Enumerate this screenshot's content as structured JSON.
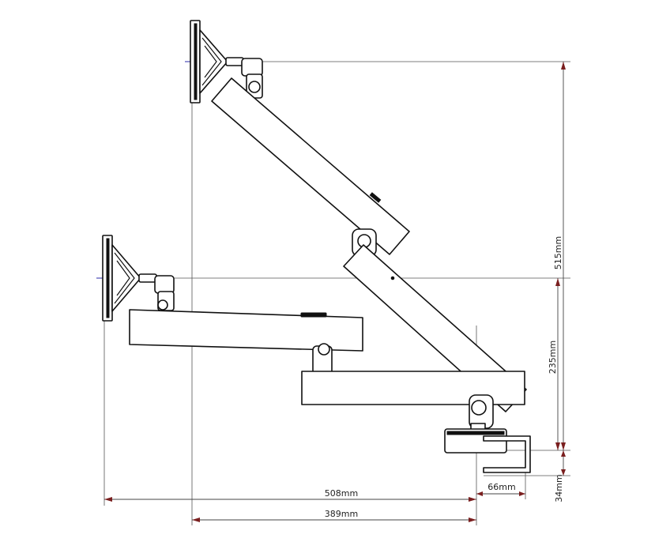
{
  "dimensions": {
    "height_upper": "515mm",
    "height_lower": "235mm",
    "clamp_thickness": "34mm",
    "reach_outer": "508mm",
    "reach_inner": "389mm",
    "clamp_offset": "66mm"
  },
  "colors": {
    "line": "#111111",
    "arrow": "#7a1f1f",
    "centerline": "#2a2aa8",
    "extension": "#555555"
  }
}
